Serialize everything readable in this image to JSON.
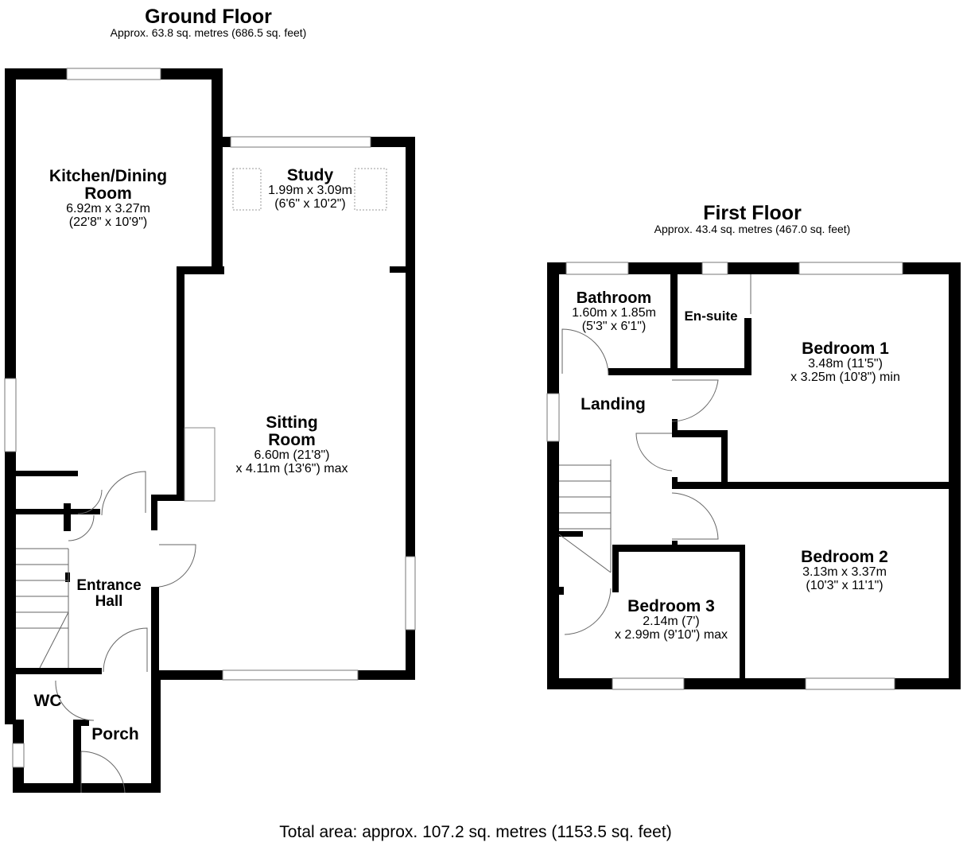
{
  "ground_floor": {
    "title": "Ground Floor",
    "area": "Approx. 63.8 sq. metres (686.5 sq. feet)",
    "rooms": {
      "kitchen": {
        "name": "Kitchen/Dining Room",
        "line1": "Kitchen/Dining",
        "line2": "Room",
        "dim_m": "6.92m x 3.27m",
        "dim_ft": "(22'8\" x 10'9\")"
      },
      "study": {
        "name": "Study",
        "dim_m": "1.99m x 3.09m",
        "dim_ft": "(6'6\" x 10'2\")"
      },
      "sitting": {
        "line1": "Sitting",
        "line2": "Room",
        "dim_m": "6.60m (21'8\")",
        "dim_ft": "x 4.11m (13'6\") max"
      },
      "hall": {
        "line1": "Entrance",
        "line2": "Hall"
      },
      "wc": {
        "name": "WC"
      },
      "porch": {
        "name": "Porch"
      }
    }
  },
  "first_floor": {
    "title": "First Floor",
    "area": "Approx. 43.4 sq. metres (467.0 sq. feet)",
    "rooms": {
      "bathroom": {
        "name": "Bathroom",
        "dim_m": "1.60m x 1.85m",
        "dim_ft": "(5'3\" x 6'1\")"
      },
      "ensuite": {
        "name": "En-suite"
      },
      "bedroom1": {
        "name": "Bedroom 1",
        "dim_m": "3.48m (11'5\")",
        "dim_ft": "x 3.25m (10'8\") min"
      },
      "landing": {
        "name": "Landing"
      },
      "bedroom2": {
        "name": "Bedroom 2",
        "dim_m": "3.13m x 3.37m",
        "dim_ft": "(10'3\" x 11'1\")"
      },
      "bedroom3": {
        "name": "Bedroom 3",
        "dim_m": "2.14m (7')",
        "dim_ft": "x 2.99m (9'10\") max"
      }
    }
  },
  "total_area": "Total area: approx. 107.2 sq. metres (1153.5 sq. feet)"
}
